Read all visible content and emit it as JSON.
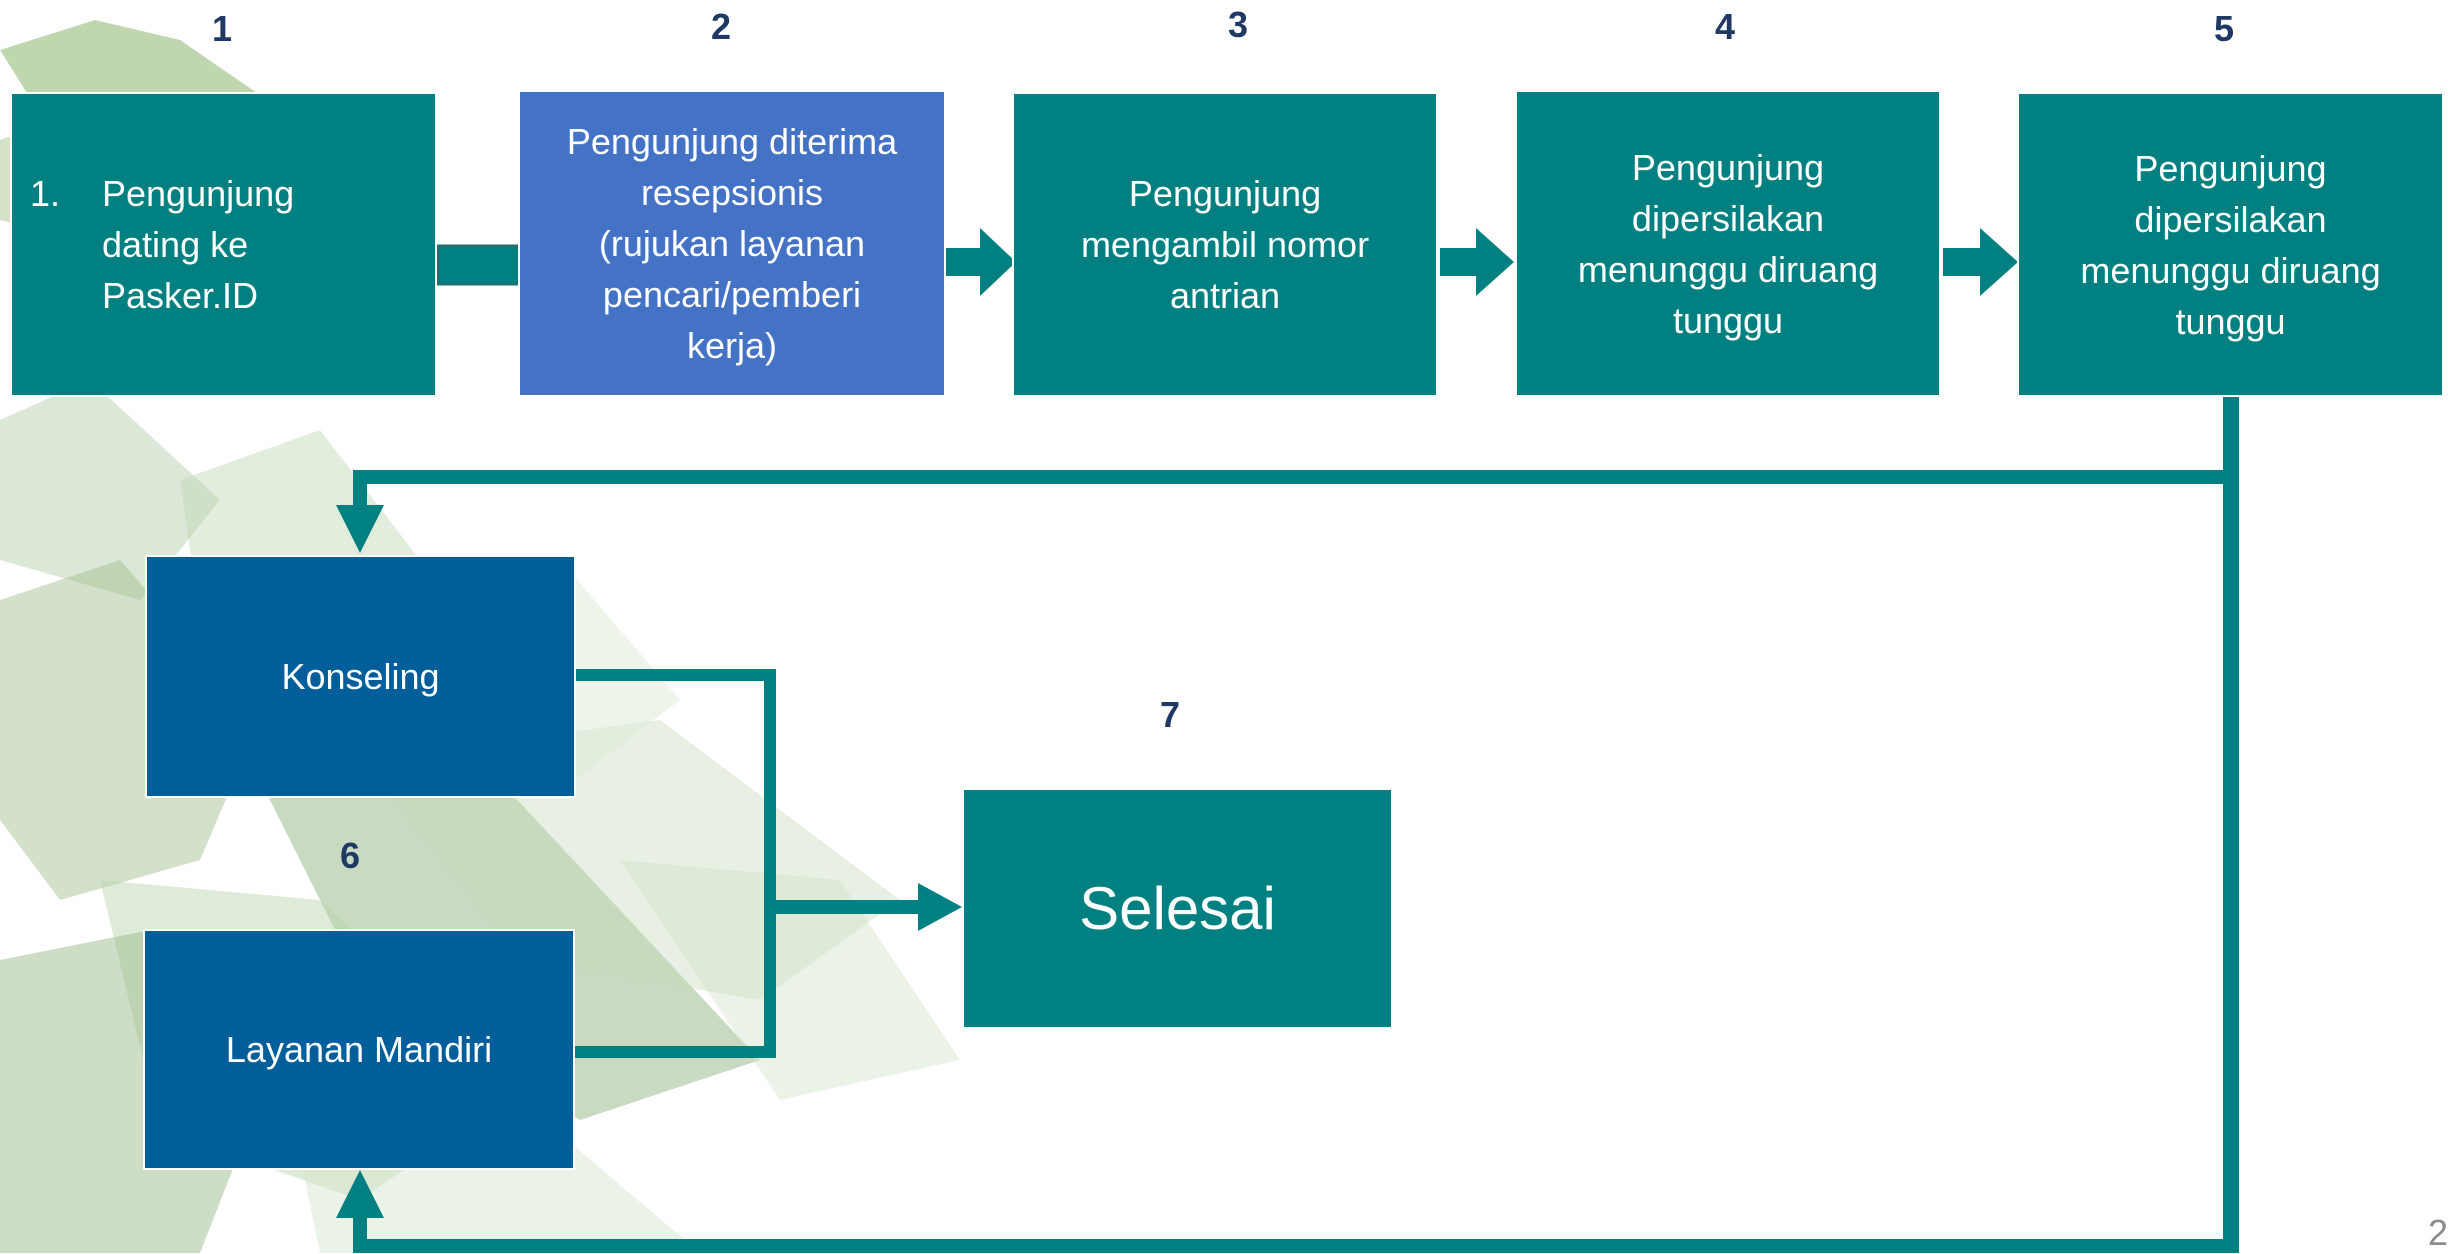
{
  "colors": {
    "teal": "#008080",
    "blue_box": "#4472c4",
    "dark_blue": "#005e9b",
    "step_number": "#1f3864",
    "slide_number": "#8c8c8c"
  },
  "steps": {
    "s1": "1",
    "s2": "2",
    "s3": "3",
    "s4": "4",
    "s5": "5",
    "s6": "6",
    "s7": "7"
  },
  "boxes": {
    "box1": {
      "marker": "1.",
      "lines": [
        "Pengunjung",
        "dating ke",
        "Pasker.ID"
      ]
    },
    "box2": {
      "lines": [
        "Pengunjung diterima",
        "resepsionis",
        "(rujukan layanan",
        "pencari/pemberi",
        "kerja)"
      ]
    },
    "box3": {
      "lines": [
        "Pengunjung",
        "mengambil nomor",
        "antrian"
      ]
    },
    "box4": {
      "lines": [
        "Pengunjung",
        "dipersilakan",
        "menunggu diruang",
        "tunggu"
      ]
    },
    "box5": {
      "lines": [
        "Pengunjung",
        "dipersilakan",
        "menunggu diruang",
        "tunggu"
      ]
    },
    "konseling": "Konseling",
    "layanan": "Layanan Mandiri",
    "selesai": "Selesai"
  },
  "slide_number": "2"
}
